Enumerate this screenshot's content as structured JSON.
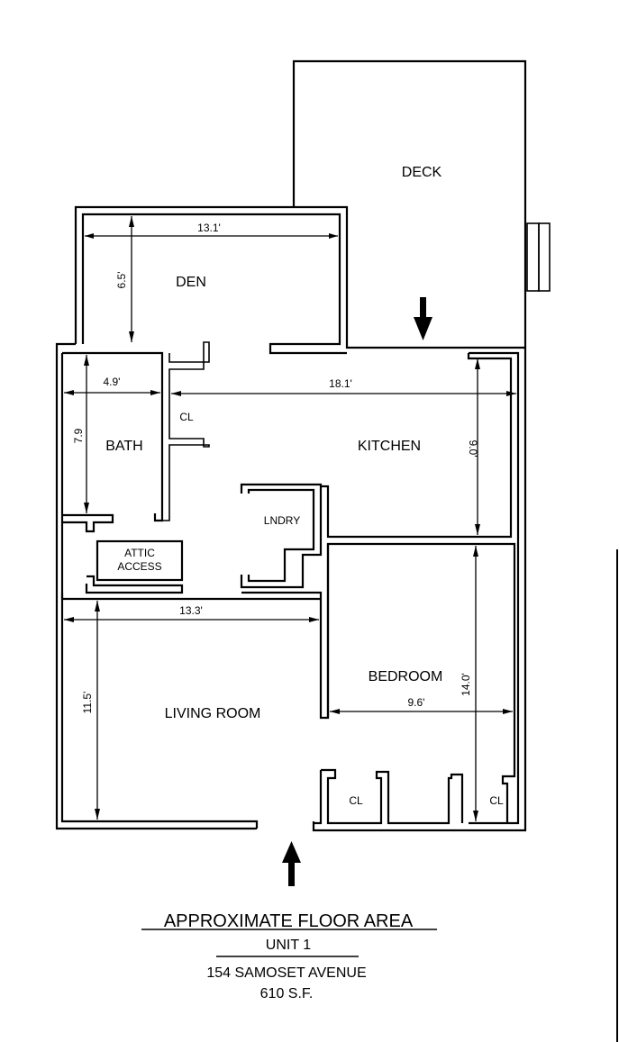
{
  "rooms": {
    "deck": {
      "label": "DECK"
    },
    "den": {
      "label": "DEN",
      "width": "13.1'",
      "depth": "6.5'"
    },
    "bath": {
      "label": "BATH",
      "width": "4.9'",
      "depth": "7.9"
    },
    "closet_hall": {
      "label": "CL"
    },
    "kitchen": {
      "label": "KITCHEN",
      "width": "18.1'",
      "depth": "9.0'"
    },
    "laundry": {
      "label": "LNDRY"
    },
    "attic": {
      "label_line1": "ATTIC",
      "label_line2": "ACCESS"
    },
    "living_room": {
      "label": "LIVING ROOM",
      "width": "13.3'",
      "depth": "11.5'"
    },
    "bedroom": {
      "label": "BEDROOM",
      "width": "9.6'",
      "depth": "14.0'"
    },
    "closet_bed_left": {
      "label": "CL"
    },
    "closet_bed_right": {
      "label": "CL"
    }
  },
  "entries": {
    "deck_entry": "arrow-down",
    "front_entry": "arrow-up"
  },
  "caption": {
    "title": "APPROXIMATE FLOOR AREA",
    "unit": "UNIT 1",
    "address": "154 SAMOSET AVENUE",
    "area": "610 S.F."
  }
}
